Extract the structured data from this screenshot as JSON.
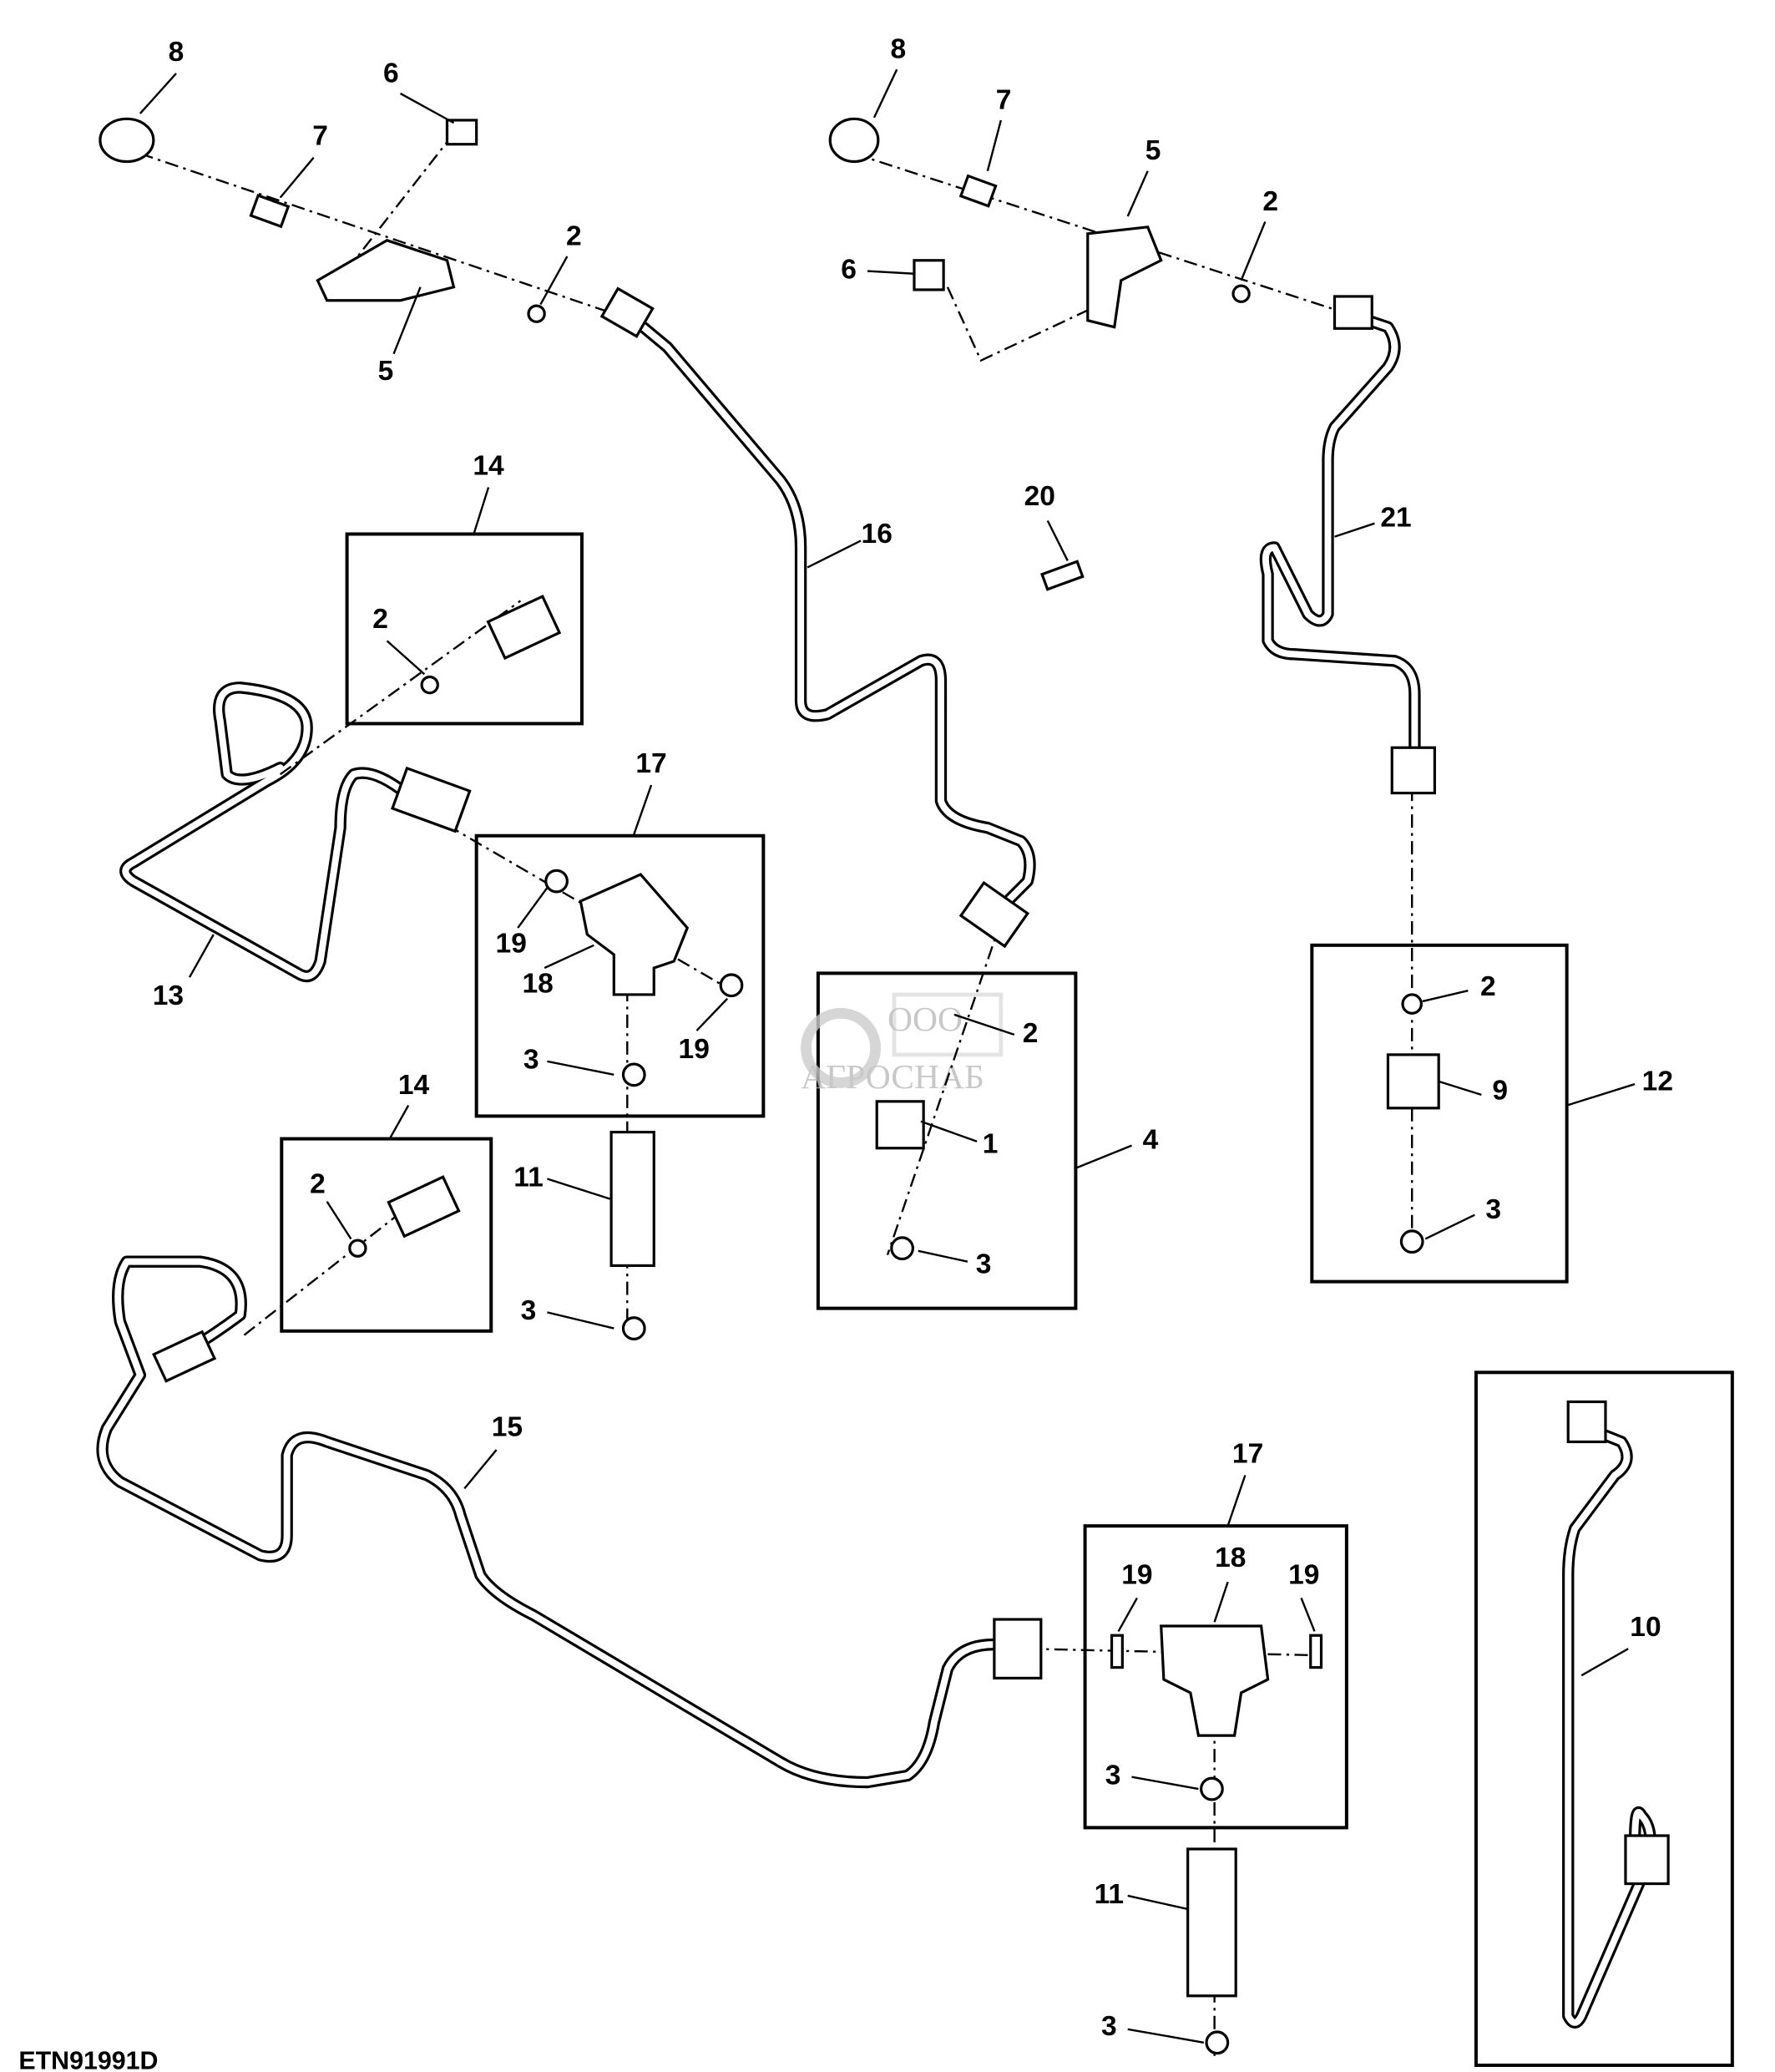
{
  "diagram_code": "ETN91991D",
  "watermark": {
    "prefix": "ООО",
    "name": "АГРОСНАБ"
  },
  "callouts": [
    {
      "id": "c8a",
      "text": "8"
    },
    {
      "id": "c6a",
      "text": "6"
    },
    {
      "id": "c7a",
      "text": "7"
    },
    {
      "id": "c2a",
      "text": "2"
    },
    {
      "id": "c5a",
      "text": "5"
    },
    {
      "id": "c8b",
      "text": "8"
    },
    {
      "id": "c7b",
      "text": "7"
    },
    {
      "id": "c5b",
      "text": "5"
    },
    {
      "id": "c2b",
      "text": "2"
    },
    {
      "id": "c6b",
      "text": "6"
    },
    {
      "id": "c14a",
      "text": "14"
    },
    {
      "id": "c16",
      "text": "16"
    },
    {
      "id": "c20",
      "text": "20"
    },
    {
      "id": "c21",
      "text": "21"
    },
    {
      "id": "c2c",
      "text": "2"
    },
    {
      "id": "c17a",
      "text": "17"
    },
    {
      "id": "c19a",
      "text": "19"
    },
    {
      "id": "c18a",
      "text": "18"
    },
    {
      "id": "c19b",
      "text": "19"
    },
    {
      "id": "c3a",
      "text": "3"
    },
    {
      "id": "c13",
      "text": "13"
    },
    {
      "id": "c14b",
      "text": "14"
    },
    {
      "id": "c2d",
      "text": "2"
    },
    {
      "id": "c11a",
      "text": "11"
    },
    {
      "id": "c3b",
      "text": "3"
    },
    {
      "id": "c2e",
      "text": "2"
    },
    {
      "id": "c1",
      "text": "1"
    },
    {
      "id": "c4",
      "text": "4"
    },
    {
      "id": "c3c",
      "text": "3"
    },
    {
      "id": "c2f",
      "text": "2"
    },
    {
      "id": "c9",
      "text": "9"
    },
    {
      "id": "c12",
      "text": "12"
    },
    {
      "id": "c3d",
      "text": "3"
    },
    {
      "id": "c15",
      "text": "15"
    },
    {
      "id": "c17b",
      "text": "17"
    },
    {
      "id": "c19c",
      "text": "19"
    },
    {
      "id": "c18b",
      "text": "18"
    },
    {
      "id": "c19d",
      "text": "19"
    },
    {
      "id": "c3e",
      "text": "3"
    },
    {
      "id": "c11b",
      "text": "11"
    },
    {
      "id": "c3f",
      "text": "3"
    },
    {
      "id": "c10",
      "text": "10"
    }
  ]
}
